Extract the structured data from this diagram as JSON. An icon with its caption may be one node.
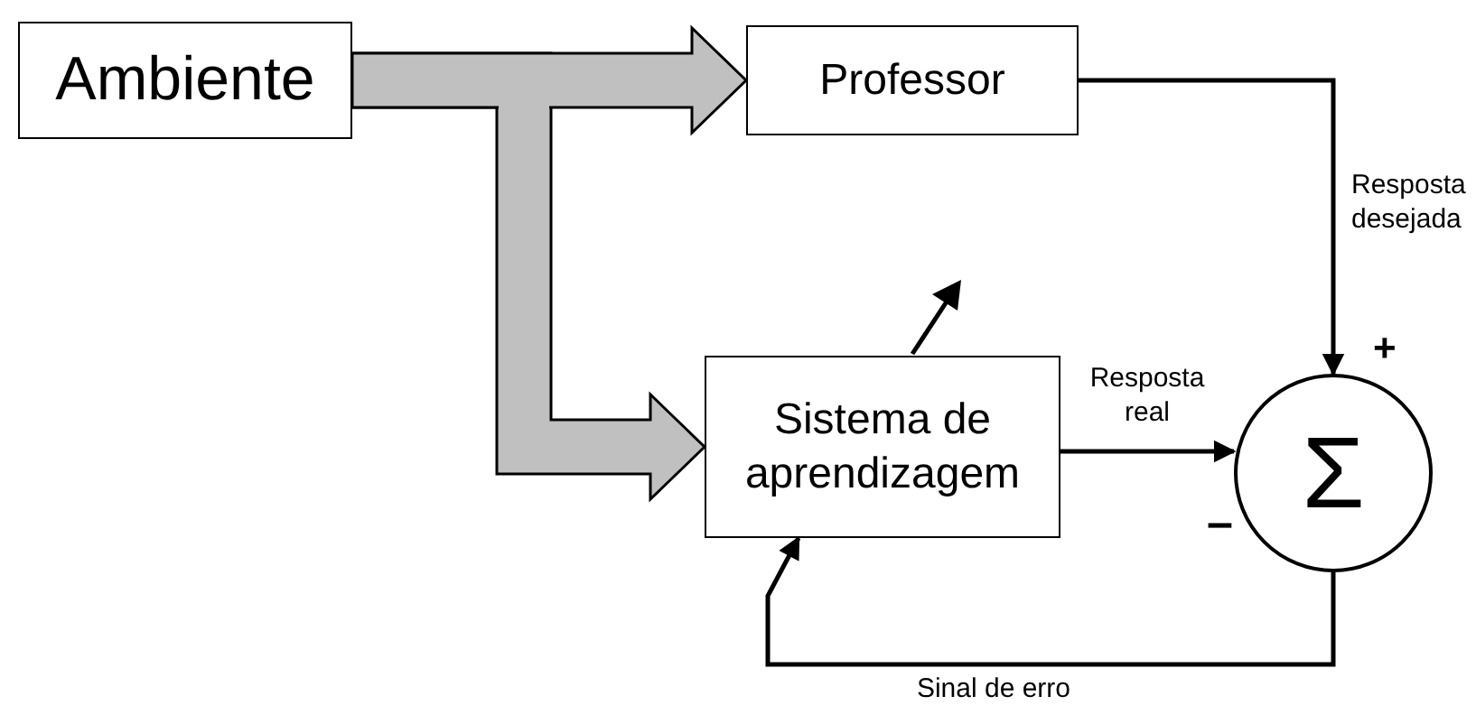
{
  "diagram": {
    "nodes": [
      {
        "text": [
          "Ambiente"
        ]
      },
      {
        "text": [
          "Professor"
        ]
      },
      {
        "text": [
          "Sistema de aprendizagem"
        ]
      },
      {
        "text": [
          "Σ"
        ]
      }
    ],
    "edges": [
      {
        "from": 0,
        "to": 1,
        "arrow": "to",
        "style": "thick",
        "color": "#c0c0c0"
      },
      {
        "from": 0,
        "to": 2,
        "arrow": "to",
        "style": "thick",
        "color": "#c0c0c0"
      },
      {
        "from": 1,
        "to": 3,
        "arrow": "to",
        "label": "Resposta desejada"
      },
      {
        "from": 2,
        "to": 3,
        "arrow": "to",
        "label": "Resposta real"
      },
      {
        "from": 3,
        "to": 2,
        "arrow": "to",
        "label": "Sinal de erro"
      }
    ],
    "labels": [
      "+",
      "–"
    ]
  }
}
